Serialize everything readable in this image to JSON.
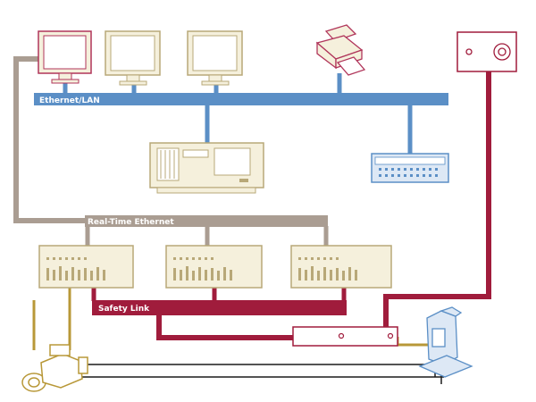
{
  "buses": {
    "ethernet_lan": "Ethernet/LAN",
    "realtime_ethernet": "Real-Time Ethernet",
    "safety_link": "Safety Link"
  },
  "colors": {
    "lan_blue": "#5b8fc6",
    "realtime_gray": "#aa9d92",
    "safety_red": "#a01c3c",
    "device_cream": "#f5f0dc",
    "device_outline": "#b8a878",
    "monitor_red_outline": "#b0355a",
    "monitor_cream_outline": "#b8a878",
    "drive_gold": "#b89838",
    "blue_device_fill": "#dde8f5",
    "cable_black": "#1a1a1a"
  },
  "icons": [
    "monitor-icon",
    "printer-icon",
    "industrial-pc-icon",
    "control-panel-icon",
    "io-module-icon",
    "servo-motor-icon",
    "robot-icon",
    "safety-controller-icon",
    "safety-sensor-icon"
  ]
}
